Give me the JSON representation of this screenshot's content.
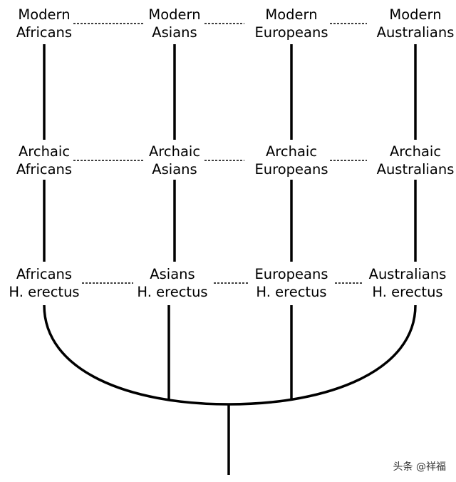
{
  "title": "Multiregional model of human evolution",
  "rows": [
    {
      "name": "modern",
      "labels": [
        [
          "Modern",
          "Africans"
        ],
        [
          "Modern",
          "Asians"
        ],
        [
          "Modern",
          "Europeans"
        ],
        [
          "Modern",
          "Australians"
        ]
      ]
    },
    {
      "name": "archaic",
      "labels": [
        [
          "Archaic",
          "Africans"
        ],
        [
          "Archaic",
          "Asians"
        ],
        [
          "Archaic",
          "Europeans"
        ],
        [
          "Archaic",
          "Australians"
        ]
      ]
    },
    {
      "name": "erectus",
      "labels": [
        [
          "Africans",
          "H. erectus"
        ],
        [
          "Asians",
          "H. erectus"
        ],
        [
          "Europeans",
          "H. erectus"
        ],
        [
          "Australians",
          "H. erectus"
        ]
      ]
    }
  ],
  "watermark": "头条 @祥福"
}
